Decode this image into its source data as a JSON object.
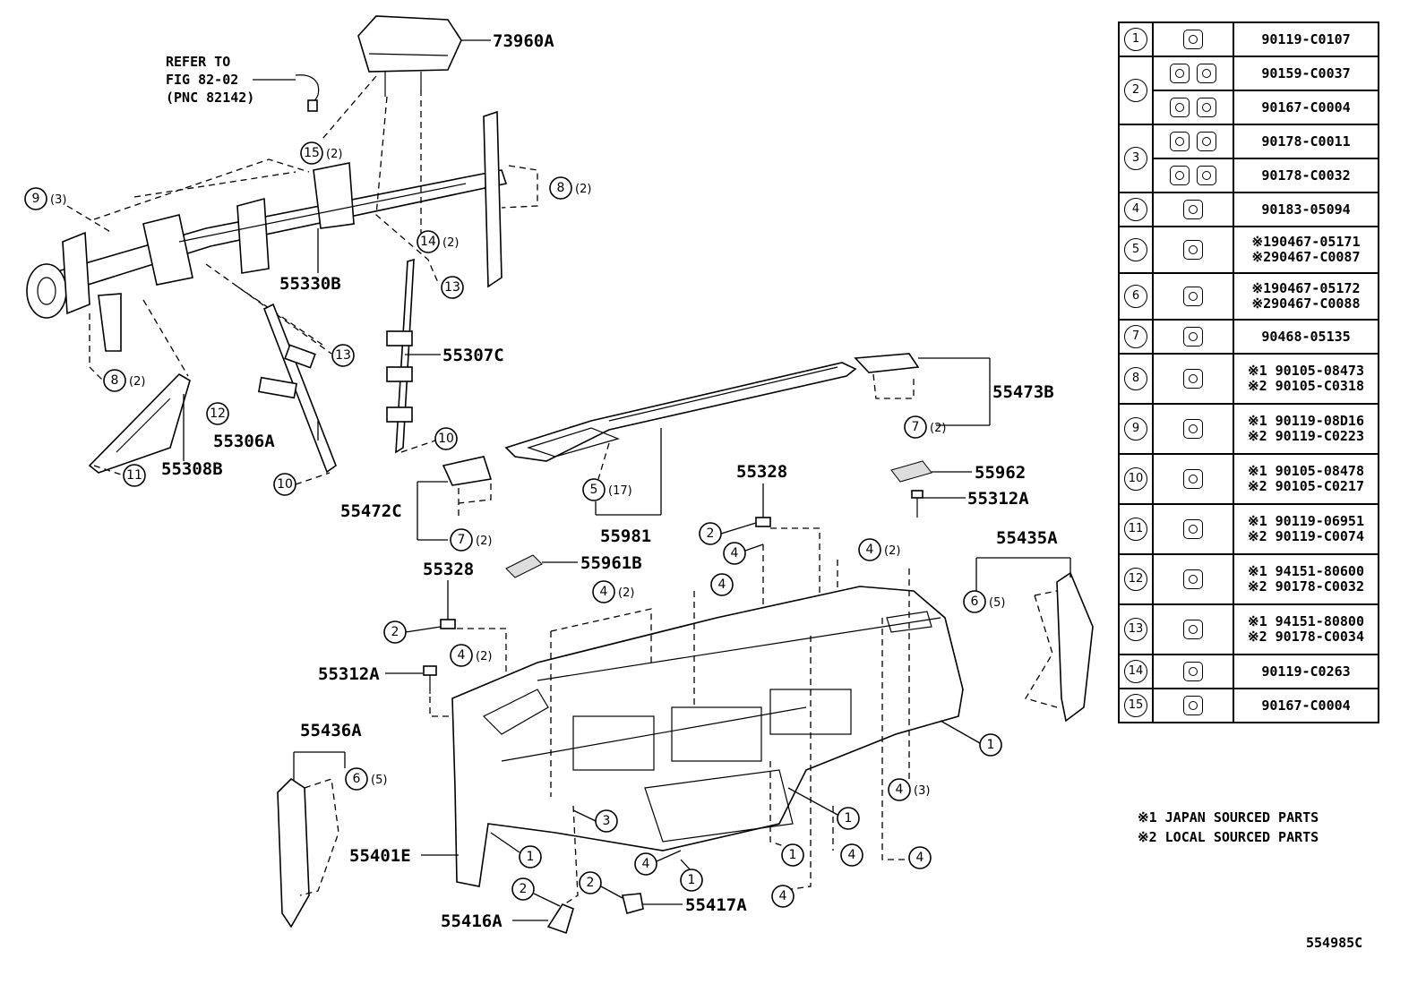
{
  "diagram_id": "554985C",
  "notes": [
    "※1 JAPAN SOURCED PARTS",
    "※2 LOCAL SOURCED PARTS"
  ],
  "refer_note": [
    "REFER TO",
    "FIG 82-02",
    "(PNC 82142)"
  ],
  "part_labels": {
    "p73960A": "73960A",
    "p55330B": "55330B",
    "p55307C": "55307C",
    "p55306A": "55306A",
    "p55308B": "55308B",
    "p55473B": "55473B",
    "p55472C": "55472C",
    "p55981": "55981",
    "p55328a": "55328",
    "p55328b": "55328",
    "p55962": "55962",
    "p55312Aa": "55312A",
    "p55312Ab": "55312A",
    "p55961B": "55961B",
    "p55435A": "55435A",
    "p55436A": "55436A",
    "p55401E": "55401E",
    "p55416A": "55416A",
    "p55417A": "55417A"
  },
  "callouts": {
    "c15": {
      "num": "15",
      "qty": "(2)"
    },
    "c8a": {
      "num": "8",
      "qty": "(2)"
    },
    "c9": {
      "num": "9",
      "qty": "(3)"
    },
    "c14": {
      "num": "14",
      "qty": "(2)"
    },
    "c13a": {
      "num": "13",
      "qty": ""
    },
    "c13b": {
      "num": "13",
      "qty": ""
    },
    "c8b": {
      "num": "8",
      "qty": "(2)"
    },
    "c12": {
      "num": "12",
      "qty": ""
    },
    "c11": {
      "num": "11",
      "qty": ""
    },
    "c10a": {
      "num": "10",
      "qty": ""
    },
    "c10b": {
      "num": "10",
      "qty": ""
    },
    "c7a": {
      "num": "7",
      "qty": "(2)"
    },
    "c7b": {
      "num": "7",
      "qty": "(2)"
    },
    "c5": {
      "num": "5",
      "qty": "(17)"
    },
    "c2a": {
      "num": "2",
      "qty": ""
    },
    "c4a": {
      "num": "4",
      "qty": ""
    },
    "c4b": {
      "num": "4",
      "qty": "(2)"
    },
    "c4c": {
      "num": "4",
      "qty": "(2)"
    },
    "c4d": {
      "num": "4",
      "qty": ""
    },
    "c2b": {
      "num": "2",
      "qty": ""
    },
    "c4e": {
      "num": "4",
      "qty": "(2)"
    },
    "c6a": {
      "num": "6",
      "qty": "(5)"
    },
    "c6b": {
      "num": "6",
      "qty": "(5)"
    },
    "c1a": {
      "num": "1",
      "qty": ""
    },
    "c4f": {
      "num": "4",
      "qty": "(3)"
    },
    "c3": {
      "num": "3",
      "qty": ""
    },
    "c1b": {
      "num": "1",
      "qty": ""
    },
    "c1c": {
      "num": "1",
      "qty": ""
    },
    "c1d": {
      "num": "1",
      "qty": ""
    },
    "c1e": {
      "num": "1",
      "qty": ""
    },
    "c4g": {
      "num": "4",
      "qty": ""
    },
    "c4h": {
      "num": "4",
      "qty": ""
    },
    "c4i": {
      "num": "4",
      "qty": ""
    },
    "c4j": {
      "num": "4",
      "qty": ""
    },
    "c2c": {
      "num": "2",
      "qty": ""
    },
    "c2d": {
      "num": "2",
      "qty": ""
    }
  },
  "parts_table": [
    {
      "index": "1",
      "icon": "bolt-icon",
      "numbers": [
        "90119-C0107"
      ]
    },
    {
      "index": "2",
      "icon": "bolt-washer-icon",
      "numbers": [
        "90159-C0037"
      ]
    },
    {
      "index": "",
      "icon": "bolt-washer-icon",
      "numbers": [
        "90167-C0004"
      ]
    },
    {
      "index": "3",
      "icon": "nut-icon",
      "numbers": [
        "90178-C0011"
      ]
    },
    {
      "index": "",
      "icon": "nut-icon",
      "numbers": [
        "90178-C0032"
      ]
    },
    {
      "index": "4",
      "icon": "clip-nut-icon",
      "numbers": [
        "90183-05094"
      ]
    },
    {
      "index": "5",
      "icon": "clip-icon",
      "numbers": [
        "※190467-05171",
        "※290467-C0087"
      ]
    },
    {
      "index": "6",
      "icon": "clip-icon",
      "numbers": [
        "※190467-05172",
        "※290467-C0088"
      ]
    },
    {
      "index": "7",
      "icon": "clip-icon",
      "numbers": [
        "90468-05135"
      ]
    },
    {
      "index": "8",
      "icon": "long-bolt-icon",
      "numbers": [
        "※1 90105-08473",
        "※2 90105-C0318"
      ]
    },
    {
      "index": "9",
      "icon": "bolt-icon",
      "numbers": [
        "※1 90119-08D16",
        "※2 90119-C0223"
      ]
    },
    {
      "index": "10",
      "icon": "bolt-icon",
      "numbers": [
        "※1 90105-08478",
        "※2 90105-C0217"
      ]
    },
    {
      "index": "11",
      "icon": "bolt-icon",
      "numbers": [
        "※1 90119-06951",
        "※2 90119-C0074"
      ]
    },
    {
      "index": "12",
      "icon": "nut-icon",
      "numbers": [
        "※1 94151-80600",
        "※2 90178-C0032"
      ]
    },
    {
      "index": "13",
      "icon": "nut-icon",
      "numbers": [
        "※1 94151-80800",
        "※2 90178-C0034"
      ]
    },
    {
      "index": "14",
      "icon": "bolt-icon",
      "numbers": [
        "90119-C0263"
      ]
    },
    {
      "index": "15",
      "icon": "bolt-icon",
      "numbers": [
        "90167-C0004"
      ]
    }
  ]
}
